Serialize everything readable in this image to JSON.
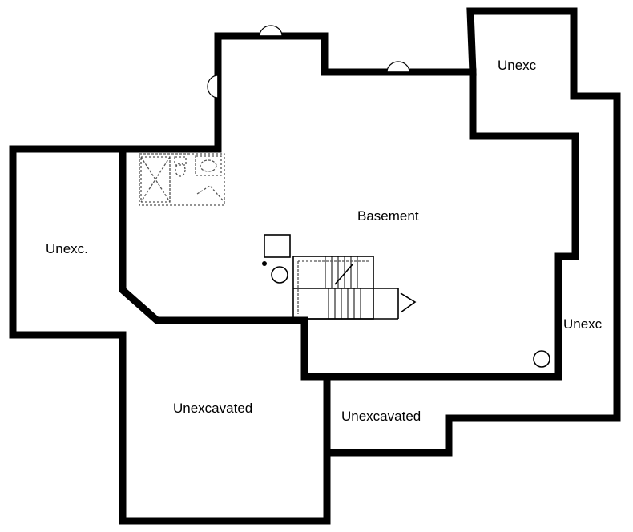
{
  "rooms": {
    "basement": "Basement",
    "unexc_left": "Unexc.",
    "unexc_top_right": "Unexc",
    "unexc_right": "Unexc",
    "unexcavated_bottom_left": "Unexcavated",
    "unexcavated_bottom_right": "Unexcavated"
  },
  "colors": {
    "wall": "#000000",
    "background": "#ffffff"
  }
}
